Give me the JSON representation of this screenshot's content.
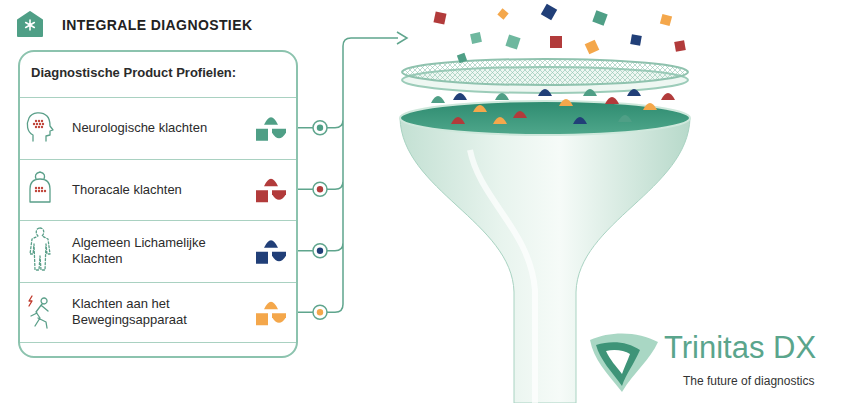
{
  "diagram": {
    "title": "INTEGRALE DIAGNOSTIEK",
    "nodes": [
      {
        "text": [
          "Diagnostische Product Profielen:"
        ]
      },
      {
        "text": [
          "Neurologische klachten"
        ],
        "in": 0
      },
      {
        "text": [
          "Thoracale klachten"
        ],
        "in": 0
      },
      {
        "text": [
          "Algemeen Lichamelijke Klachten"
        ],
        "in": 0
      },
      {
        "text": [
          "Klachten aan het Bewegingsapparaat"
        ],
        "in": 0
      }
    ],
    "labels": [
      "Trinitas DX",
      "The future of diagnostics"
    ]
  }
}
